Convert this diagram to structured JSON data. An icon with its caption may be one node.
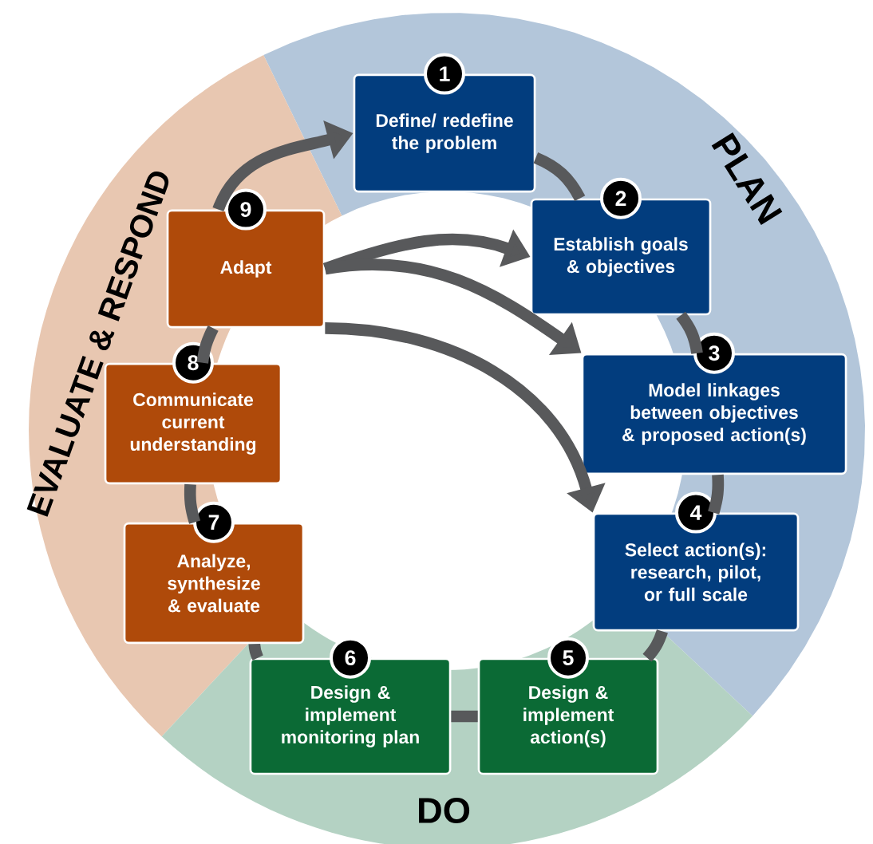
{
  "diagram": {
    "nodes": [
      {
        "text": [
          "1",
          "Define/ redefine the problem"
        ]
      },
      {
        "text": [
          "2",
          "Establish goals & objectives"
        ]
      },
      {
        "text": [
          "3",
          "Model linkages between objectives & proposed action(s)"
        ]
      },
      {
        "text": [
          "4",
          "Select action(s): research, pilot, or full scale"
        ]
      },
      {
        "text": [
          "5",
          "Design & implement action(s)"
        ]
      },
      {
        "text": [
          "6",
          "Design & implement monitoring plan"
        ]
      },
      {
        "text": [
          "7",
          "Analyze, synthesize & evaluate"
        ]
      },
      {
        "text": [
          "8",
          "Communicate current understanding"
        ]
      },
      {
        "text": [
          "9",
          "Adapt"
        ]
      }
    ],
    "edges": [
      {
        "from": 0,
        "to": 1,
        "arrow": "none"
      },
      {
        "from": 1,
        "to": 2,
        "arrow": "none"
      },
      {
        "from": 2,
        "to": 3,
        "arrow": "none"
      },
      {
        "from": 3,
        "to": 4,
        "arrow": "none"
      },
      {
        "from": 4,
        "to": 5,
        "arrow": "none"
      },
      {
        "from": 5,
        "to": 6,
        "arrow": "none"
      },
      {
        "from": 6,
        "to": 7,
        "arrow": "none"
      },
      {
        "from": 7,
        "to": 8,
        "arrow": "none"
      },
      {
        "from": 8,
        "to": 0,
        "arrow": "to"
      },
      {
        "from": 8,
        "to": 1,
        "arrow": "to"
      },
      {
        "from": 8,
        "to": 2,
        "arrow": "to"
      },
      {
        "from": 8,
        "to": 3,
        "arrow": "to"
      }
    ],
    "labels": [
      "EVALUATE & RESPOND",
      "PLAN",
      "DO"
    ]
  }
}
